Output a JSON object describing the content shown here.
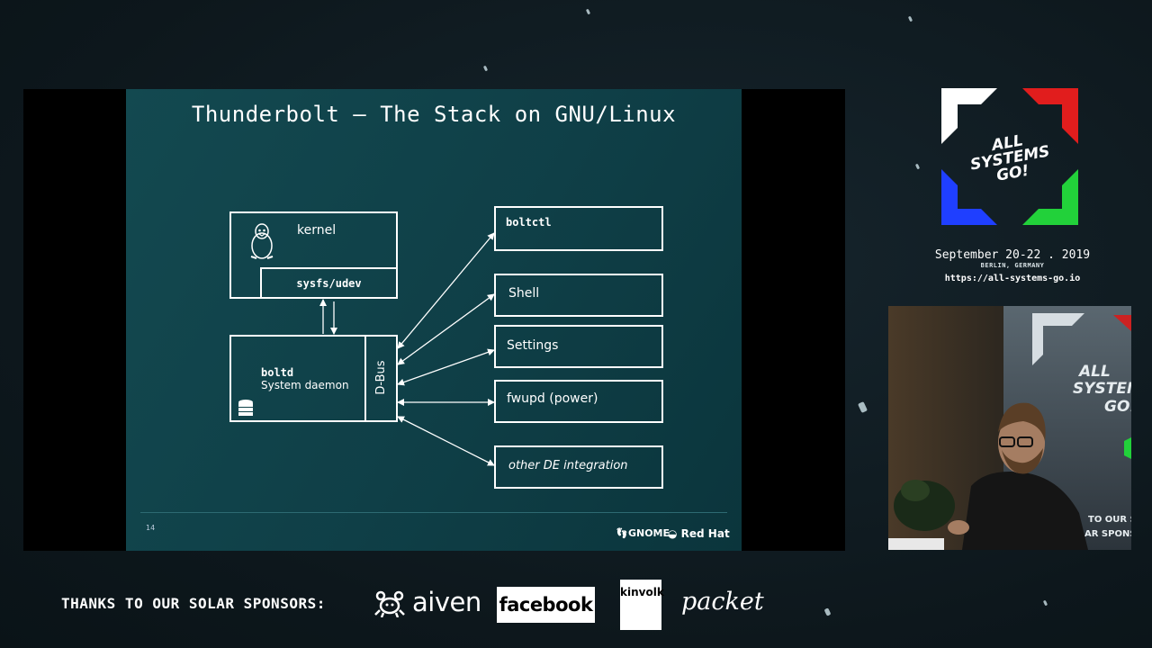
{
  "slide": {
    "title": "Thunderbolt — The Stack on GNU/Linux",
    "page_number": "14",
    "footer_logos": [
      "GNOME",
      "Red Hat"
    ],
    "diagram": {
      "kernel_label": "kernel",
      "sysfs_label": "sysfs/udev",
      "daemon_name": "boltd",
      "daemon_desc": "System daemon",
      "bus_label": "D-Bus",
      "clients": [
        "boltctl",
        "Shell",
        "Settings",
        "fwupd (power)",
        "other DE integration"
      ]
    }
  },
  "event": {
    "logo_text": [
      "ALL",
      "SYSTEMS",
      "GO!"
    ],
    "date": "September 20-22 . 2019",
    "location": "BERLIN, GERMANY",
    "url": "https://all-systems-go.io"
  },
  "camera_backdrop_text": [
    "ALL",
    "SYSTEMS",
    "GO!",
    "TO OUR S",
    "AR SPONSO"
  ],
  "sponsors": {
    "label": "THANKS TO OUR SOLAR SPONSORS:",
    "names": [
      "aiven",
      "facebook",
      "kinvolk",
      "packet"
    ]
  },
  "colors": {
    "slide_bg": "#0f3f47",
    "logo_white": "#ffffff",
    "logo_red": "#e11d1d",
    "logo_blue": "#1f3fff",
    "logo_green": "#22d13a"
  }
}
